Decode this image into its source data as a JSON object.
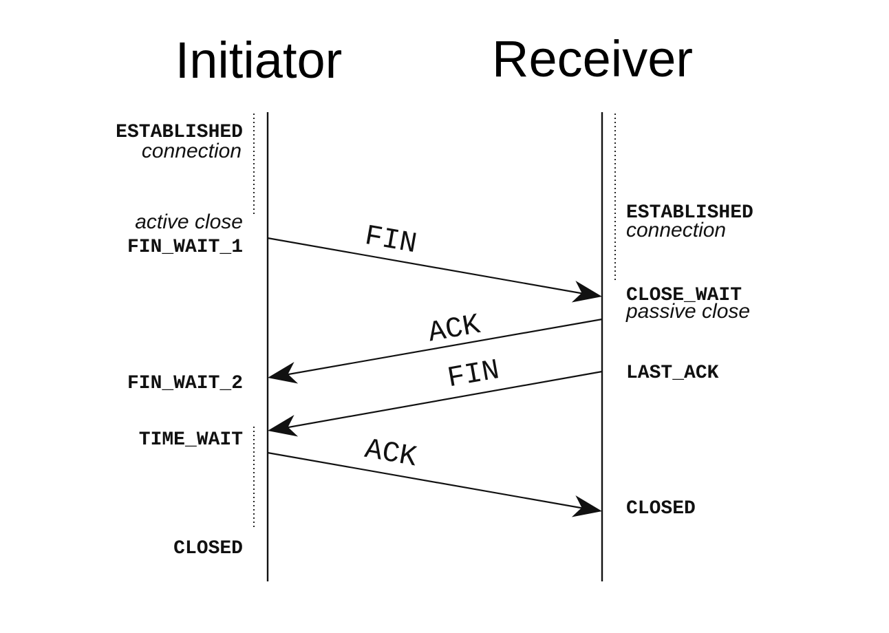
{
  "participants": {
    "initiator": "Initiator",
    "receiver": "Receiver"
  },
  "initiator_labels": {
    "established": "ESTABLISHED",
    "established_note": "connection",
    "active_close_note": "active close",
    "fin_wait_1": "FIN_WAIT_1",
    "fin_wait_2": "FIN_WAIT_2",
    "time_wait": "TIME_WAIT",
    "closed": "CLOSED"
  },
  "receiver_labels": {
    "established": "ESTABLISHED",
    "established_note": "connection",
    "close_wait": "CLOSE_WAIT",
    "passive_close_note": "passive close",
    "last_ack": "LAST_ACK",
    "closed": "CLOSED"
  },
  "messages": [
    {
      "label": "FIN",
      "from": "initiator",
      "to": "receiver"
    },
    {
      "label": "ACK",
      "from": "receiver",
      "to": "initiator"
    },
    {
      "label": "FIN",
      "from": "receiver",
      "to": "initiator"
    },
    {
      "label": "ACK",
      "from": "initiator",
      "to": "receiver"
    }
  ]
}
